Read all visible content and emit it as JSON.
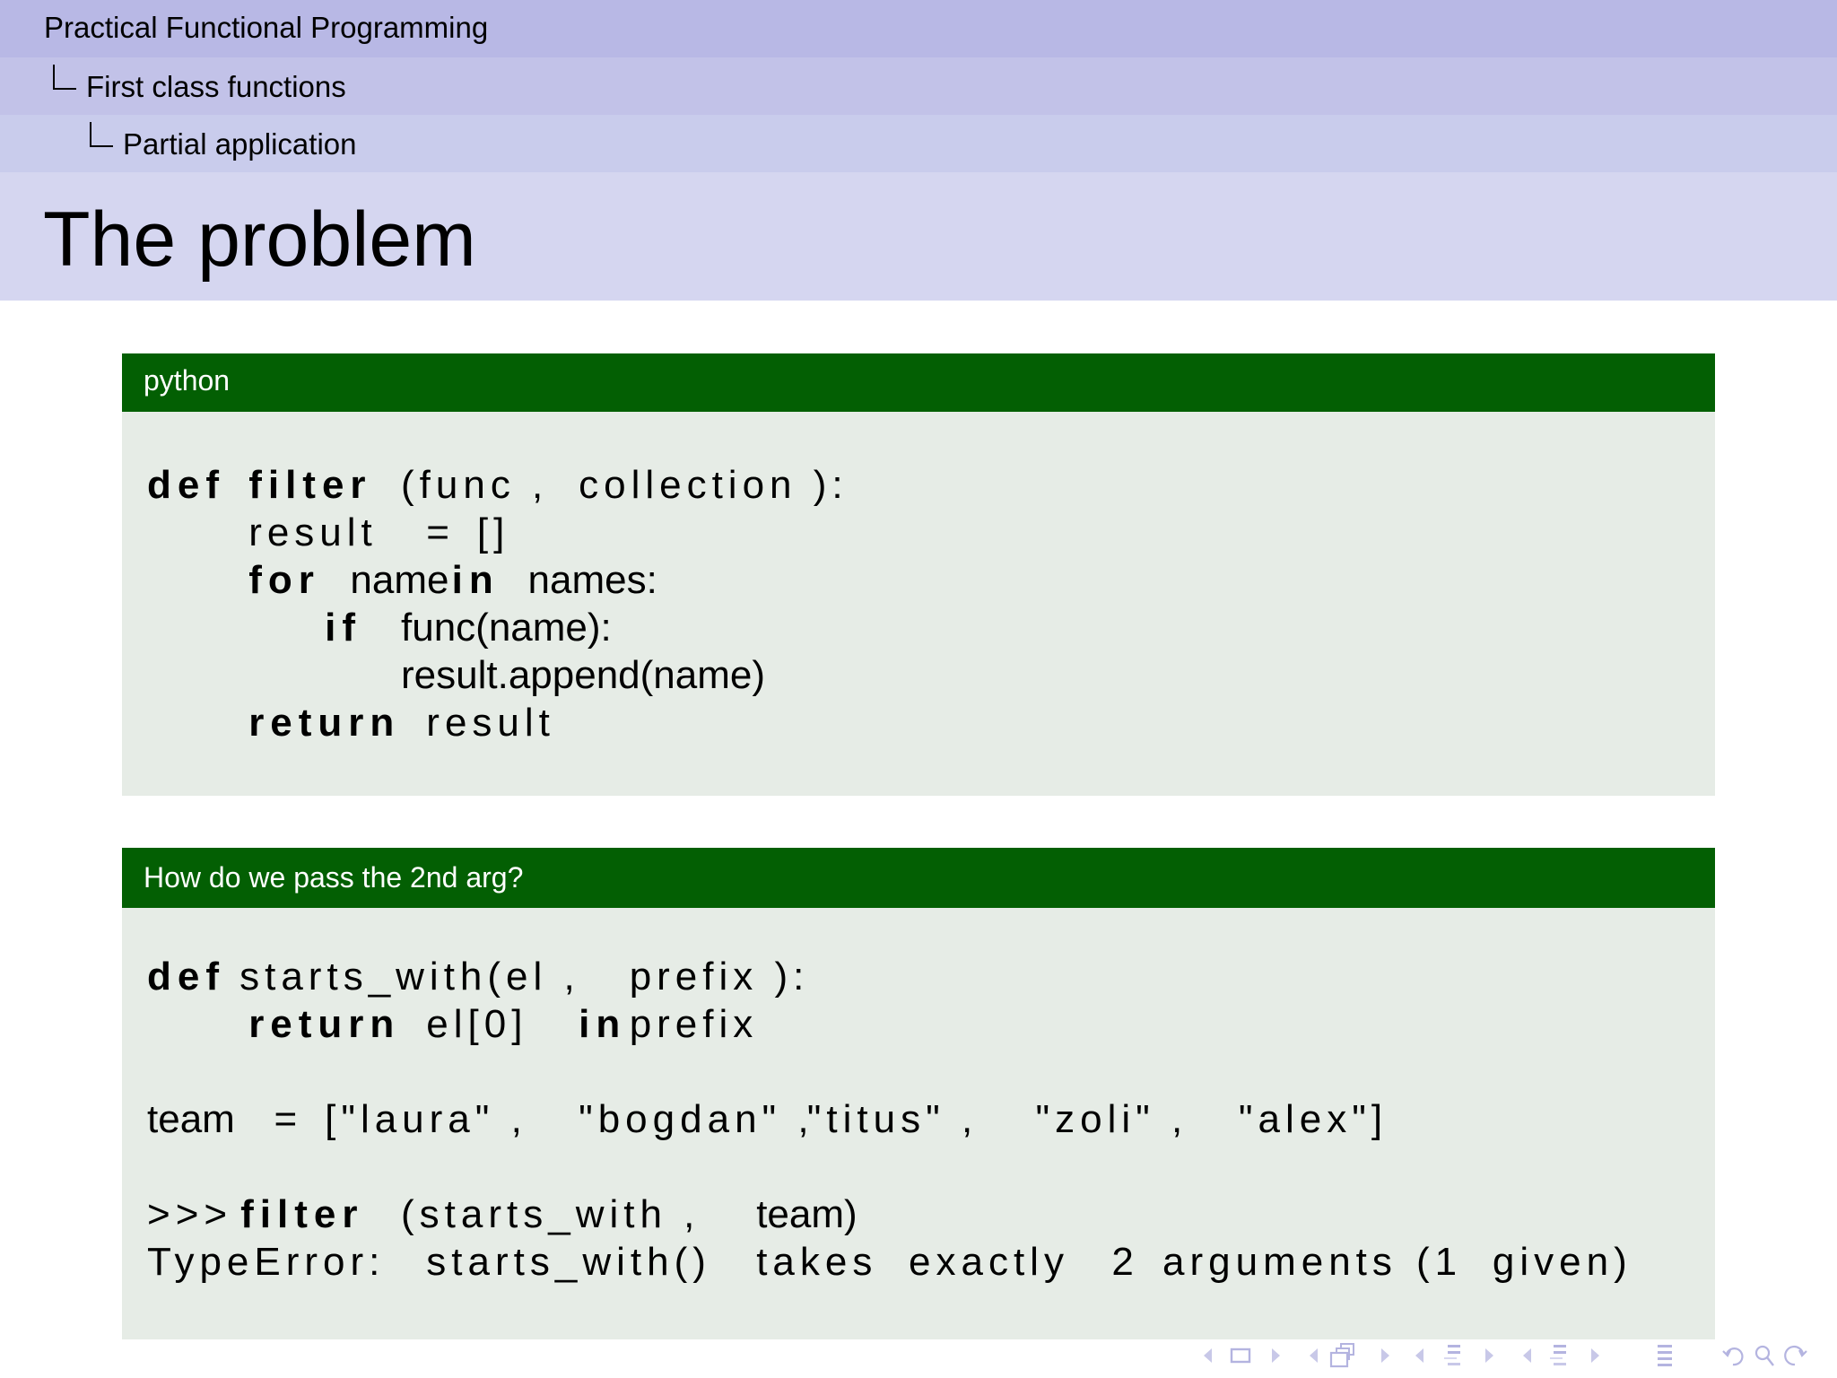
{
  "header": {
    "section": "Practical Functional Programming",
    "subsection": "First class functions",
    "subsubsection": "Partial application"
  },
  "slide_title": "The problem",
  "colors": {
    "header_band_1": "#b8b8e5",
    "header_band_2": "#c2c2e8",
    "header_band_3": "#c9ccec",
    "title_band": "#d5d6f0",
    "block_title_bg": "#035f03",
    "block_body_bg": "#e6ece6",
    "nav_icon": "#c0c0e4"
  },
  "blocks": [
    {
      "title": "python",
      "lines": [
        [
          {
            "col": 0,
            "t": "def",
            "kw": true
          },
          {
            "col": 4,
            "t": "filter",
            "kw": true
          },
          {
            "col": 10,
            "t": "(func ,"
          },
          {
            "col": 17,
            "t": "collection ):"
          }
        ],
        [
          {
            "col": 4,
            "t": "result"
          },
          {
            "col": 11,
            "t": "="
          },
          {
            "col": 13,
            "t": "[]"
          }
        ],
        [
          {
            "col": 4,
            "t": "for",
            "kw": true
          },
          {
            "col": 8,
            "t": "name",
            "tight": true
          },
          {
            "col": 12,
            "t": "in",
            "kw": true
          },
          {
            "col": 15,
            "t": "names:",
            "tight": true
          }
        ],
        [
          {
            "col": 7,
            "t": "if",
            "kw": true
          },
          {
            "col": 10,
            "t": "func(name):",
            "tight": true
          }
        ],
        [
          {
            "col": 10,
            "t": "result.append(name)",
            "tight": true
          }
        ],
        [
          {
            "col": 4,
            "t": "return",
            "kw": true
          },
          {
            "col": 11,
            "t": "result"
          }
        ]
      ]
    },
    {
      "title": "How do we pass the 2nd arg?",
      "lines": [
        [
          {
            "col": 0,
            "t": "def",
            "kw": true
          },
          {
            "col": 3,
            "t": " starts_with(el ,"
          },
          {
            "col": 19,
            "t": "prefix ):"
          }
        ],
        [
          {
            "col": 4,
            "t": "return",
            "kw": true
          },
          {
            "col": 11,
            "t": "el[0]"
          },
          {
            "col": 17,
            "t": "in",
            "kw": true
          },
          {
            "col": 19,
            "t": "prefix"
          }
        ],
        [],
        [
          {
            "col": 0,
            "t": "team",
            "tight": true
          },
          {
            "col": 5,
            "t": "="
          },
          {
            "col": 7,
            "t": "[\"laura\" ,"
          },
          {
            "col": 17,
            "t": "\"bogdan\" ,"
          },
          {
            "col": 26,
            "t": "\"titus\" ,"
          },
          {
            "col": 35,
            "t": "\"zoli\" ,"
          },
          {
            "col": 43,
            "t": "\"alex\"]"
          }
        ],
        [],
        [
          {
            "col": 0,
            "t": ">>>"
          },
          {
            "col": 3,
            "t": " filter",
            "kw": true
          },
          {
            "col": 10,
            "t": "(starts_with ,"
          },
          {
            "col": 24,
            "t": "team)",
            "tight": true
          }
        ],
        [
          {
            "col": 0,
            "t": "TypeError:"
          },
          {
            "col": 11,
            "t": "starts_with()"
          },
          {
            "col": 24,
            "t": "takes"
          },
          {
            "col": 30,
            "t": "exactly"
          },
          {
            "col": 38,
            "t": "2"
          },
          {
            "col": 40,
            "t": "arguments"
          },
          {
            "col": 50,
            "t": "(1"
          },
          {
            "col": 53,
            "t": "given)"
          }
        ]
      ]
    }
  ],
  "navigation": {
    "icons": [
      "nav-prev-arrow-icon",
      "frame-icon",
      "nav-next-arrow-icon",
      "nav-prev-arrow-icon",
      "subsection-icon",
      "nav-next-arrow-icon",
      "nav-prev-arrow-icon",
      "section-icon",
      "nav-next-arrow-icon",
      "nav-prev-arrow-icon",
      "outline-icon",
      "nav-next-arrow-icon",
      "appendix-icon",
      "undo-icon",
      "search-icon",
      "redo-icon"
    ]
  }
}
